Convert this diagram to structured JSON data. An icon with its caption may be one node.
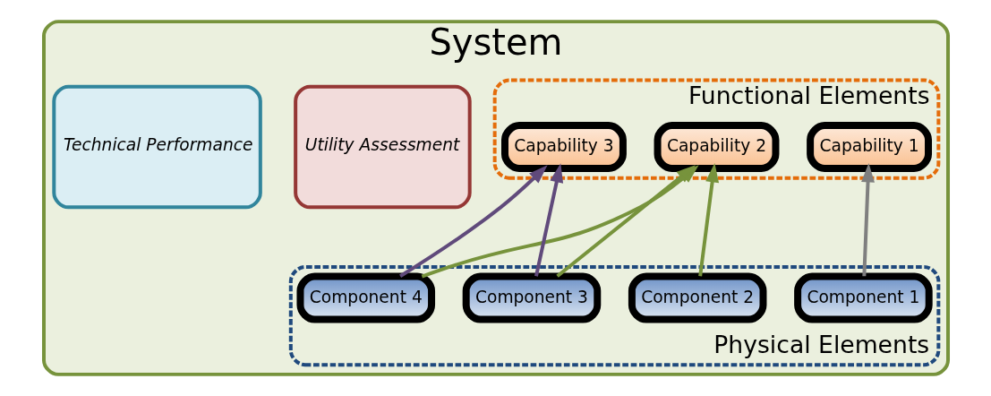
{
  "diagram": {
    "nodes": [
      {
        "text": [
          "System"
        ]
      },
      {
        "text": [
          "Utility Assessment"
        ],
        "in": 0
      },
      {
        "text": [
          "Technical Performance"
        ],
        "in": 0
      },
      {
        "text": [
          "Functional Elements"
        ],
        "in": 0
      },
      {
        "text": [
          "Capability 1"
        ],
        "in": 3
      },
      {
        "text": [
          "Capability 2"
        ],
        "in": 3
      },
      {
        "text": [
          "Capability 3"
        ],
        "in": 3
      },
      {
        "text": [
          "Physical Elements"
        ],
        "in": 0
      },
      {
        "text": [
          "Component 1"
        ],
        "in": 7
      },
      {
        "text": [
          "Component 2"
        ],
        "in": 7
      },
      {
        "text": [
          "Component 3"
        ],
        "in": 7
      },
      {
        "text": [
          "Component 4"
        ],
        "in": 7
      }
    ],
    "edges": [
      {
        "from": 8,
        "to": 4,
        "arrow": "to",
        "color": "#7f7f7f"
      },
      {
        "from": 9,
        "to": 5,
        "arrow": "to"
      },
      {
        "from": 10,
        "to": 5,
        "arrow": "to"
      },
      {
        "from": 11,
        "to": 5,
        "arrow": "to"
      },
      {
        "from": 10,
        "to": 6,
        "arrow": "to",
        "color": "#604a7b"
      },
      {
        "from": 11,
        "to": 6,
        "arrow": "to",
        "color": "#604a7b"
      }
    ]
  }
}
